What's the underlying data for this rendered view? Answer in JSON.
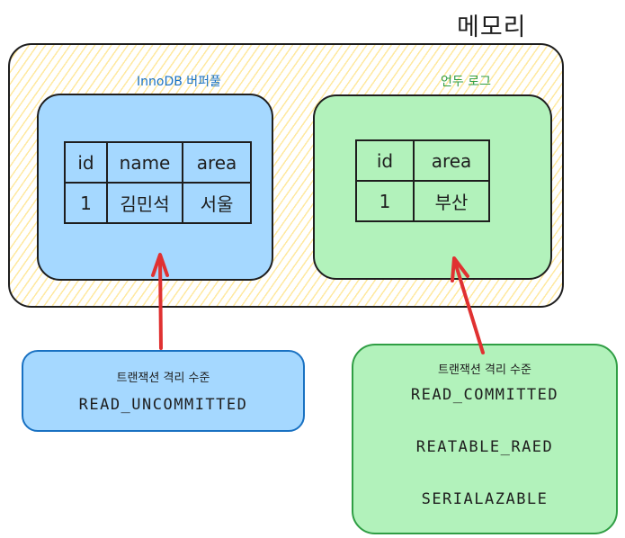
{
  "memory": {
    "title": "메모리"
  },
  "buffer_pool": {
    "label": "InnoDB 버퍼풀",
    "table": {
      "headers": [
        "id",
        "name",
        "area"
      ],
      "rows": [
        [
          "1",
          "김민석",
          "서울"
        ]
      ]
    }
  },
  "undo_log": {
    "label": "언두 로그",
    "table": {
      "headers": [
        "id",
        "area"
      ],
      "rows": [
        [
          "1",
          "부산"
        ]
      ]
    }
  },
  "isolation_boxes": [
    {
      "title": "트랜잭션 격리 수준",
      "levels": [
        "READ_UNCOMMITTED"
      ]
    },
    {
      "title": "트랜잭션 격리 수준",
      "levels": [
        "READ_COMMITTED",
        "REATABLE_RAED",
        "SERIALAZABLE"
      ]
    }
  ],
  "colors": {
    "blue_fill": "#a5d8ff",
    "green_fill": "#b2f2bb",
    "arrow": "#e03131",
    "blue_text": "#1971c2",
    "green_text": "#2f9e44"
  }
}
